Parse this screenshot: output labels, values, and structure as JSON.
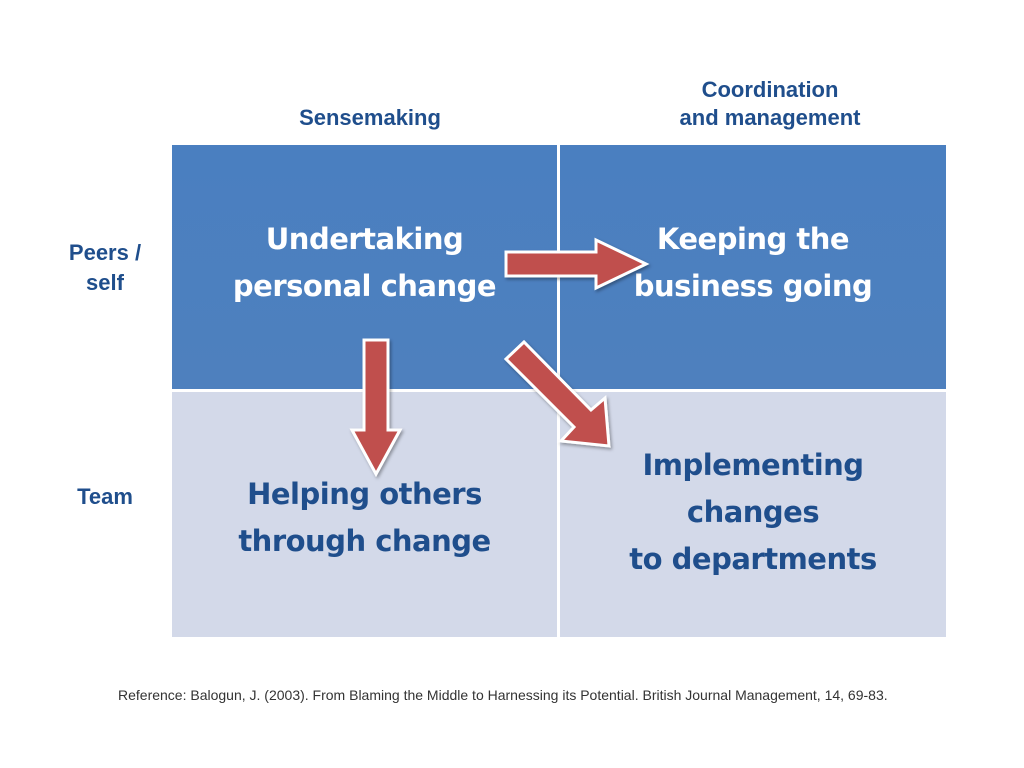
{
  "columns": {
    "sensemaking": "Sensemaking",
    "coordination": [
      "Coordination",
      "and management"
    ]
  },
  "rows": {
    "peers_self": [
      "Peers /",
      "self"
    ],
    "team": "Team"
  },
  "cells": {
    "top_left": [
      "Undertaking",
      "personal change"
    ],
    "top_right": [
      "Keeping the",
      "business going"
    ],
    "bottom_left": [
      "Helping others",
      "through change"
    ],
    "bottom_right": [
      "Implementing",
      "changes",
      "to departments"
    ]
  },
  "reference": "Reference: Balogun, J. (2003). From Blaming the Middle to Harnessing its Potential. British Journal Management, 14, 69-83.",
  "colors": {
    "header_text": "#1f4e8c",
    "top_cell": "#4f81bd",
    "bottom_cell": "#d3d9e9",
    "arrow_fill": "#c0504d",
    "arrow_outline": "#ffffff"
  }
}
